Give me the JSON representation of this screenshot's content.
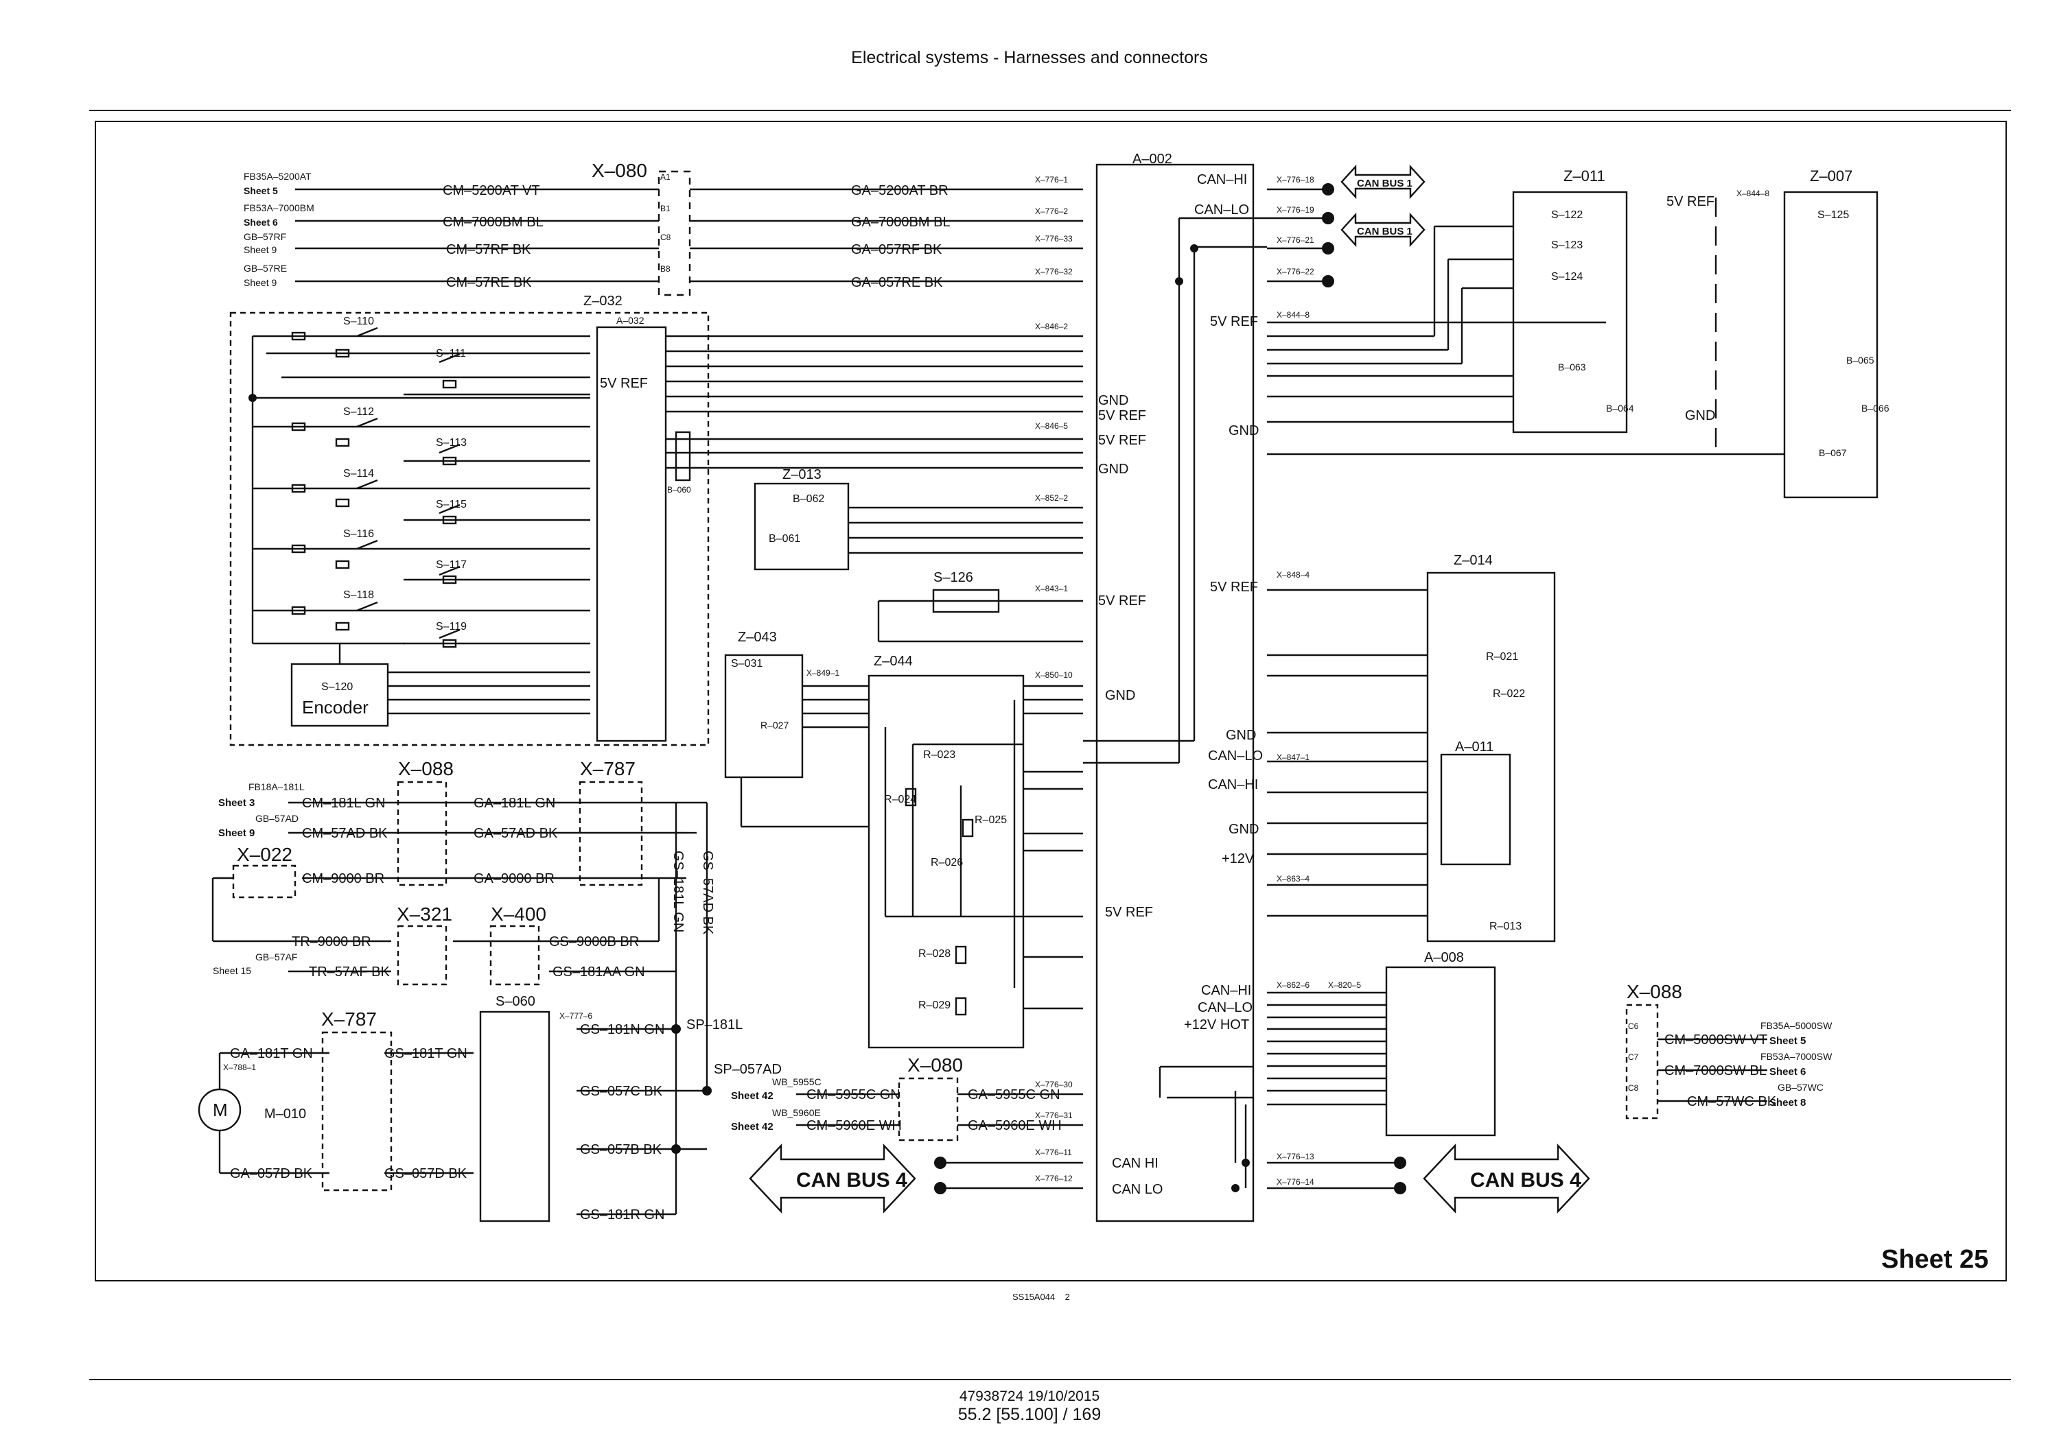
{
  "header": {
    "title": "Electrical systems - Harnesses and connectors"
  },
  "footer": {
    "doc_id_date": "47938724 19/10/2015",
    "page_ref": "55.2 [55.100] / 169"
  },
  "figure": {
    "code": "SS15A044",
    "number": "2",
    "sheet_label": "Sheet 25"
  },
  "connectors": {
    "x080_top": "X–080",
    "x088_left": "X–088",
    "x787_top": "X–787",
    "x022": "X–022",
    "x321": "X–321",
    "x400": "X–400",
    "x787_bot": "X–787",
    "x080_bot": "X–080",
    "x088_right": "X–088"
  },
  "modules": {
    "a002": "A–002",
    "z011": "Z–011",
    "z007": "Z–007",
    "z032": "Z–032",
    "a032": "A–032",
    "z013": "Z–013",
    "z043": "Z–043",
    "z044": "Z–044",
    "z014": "Z–014",
    "a011": "A–011",
    "a008": "A–008",
    "s060": "S–060",
    "m010": "M–010",
    "s126": "S–126",
    "encoder_id": "S–120",
    "encoder": "Encoder"
  },
  "can_bus": {
    "bus1_top": "CAN BUS 1",
    "bus1_bot": "CAN BUS 1",
    "bus4_left": "CAN BUS 4",
    "bus4_right": "CAN BUS 4"
  },
  "top_wires": [
    {
      "sheet": "Sheet 5",
      "ref": "FB35A–5200AT",
      "cm": "CM–5200AT VT",
      "ga": "GA–5200AT BR",
      "pin": "X–776–1",
      "pa": "A1"
    },
    {
      "sheet": "Sheet 6",
      "ref": "FB53A–7000BM",
      "cm": "CM–7000BM BL",
      "ga": "GA–7000BM BL",
      "pin": "X–776–2",
      "pa": "B1"
    },
    {
      "sheet": "Sheet 9",
      "ref": "GB–57RF",
      "cm": "CM–57RF BK",
      "ga": "GA–057RF BK",
      "pin": "X–776–33",
      "pa": "C8"
    },
    {
      "sheet": "Sheet 9",
      "ref": "GB–57RE",
      "cm": "CM–57RE BK",
      "ga": "GA–057RE BK",
      "pin": "X–776–32",
      "pa": "B8"
    }
  ],
  "switches_left": [
    "S–110",
    "S–111",
    "S–112",
    "S–113",
    "S–114",
    "S–115",
    "S–116",
    "S–117",
    "S–118",
    "S–119"
  ],
  "a002_left_labels": {
    "x846_2": "X–846–2",
    "x846_5": "X–846–5",
    "gnd1": "GND",
    "ref1": "5V REF",
    "ref2": "5V REF",
    "gnd2": "GND",
    "x852_2": "X–852–2",
    "x843_1": "X–843–1",
    "ref3": "5V REF",
    "x850_10": "X–850–10",
    "gnd3": "GND",
    "ref4": "5V REF",
    "x776_30": "X–776–30",
    "x776_31": "X–776–31",
    "x776_11": "X–776–11",
    "x776_12": "X–776–12",
    "can_hi": "CAN HI",
    "can_lo": "CAN LO"
  },
  "a002_right_labels": {
    "canhi": "CAN–HI",
    "canlo": "CAN–LO",
    "x776_18": "X–776–18",
    "x776_19": "X–776–19",
    "x776_21": "X–776–21",
    "x776_22": "X–776–22",
    "ref5v1": "5V REF",
    "x844_8": "X–844–8",
    "gnd1": "GND",
    "ref5v2": "5V REF",
    "x848_4": "X–848–4",
    "gnd2": "GND",
    "canlo2": "CAN–LO",
    "canhi2": "CAN–HI",
    "x847_1": "X–847–1",
    "gnd3": "GND",
    "v12": "+12V",
    "x863_4": "X–863–4",
    "canhi3": "CAN–HI",
    "canlo3": "CAN–LO",
    "v12hot": "+12V HOT",
    "x862_6": "X–862–6",
    "x820_5": "X–820–5",
    "x776_13": "X–776–13",
    "x776_14": "X–776–14"
  },
  "z007_labels": {
    "ref": "5V REF",
    "gnd": "GND",
    "pin": "X–844–8",
    "s125": "S–125",
    "b065": "B–065",
    "b066": "B–066",
    "b067": "B–067"
  },
  "z011_labels": {
    "s122": "S–122",
    "s123": "S–123",
    "s124": "S–124",
    "b063": "B–063",
    "b064": "B–064"
  },
  "misc_labels": {
    "b060": "B–060",
    "b062": "B–062",
    "b061": "B–061",
    "s031": "S–031",
    "r027": "R–027",
    "x849_1": "X–849–1",
    "r023": "R–023",
    "r024": "R–024",
    "r025": "R–025",
    "r026": "R–026",
    "r028": "R–028",
    "r029": "R–029",
    "r021": "R–021",
    "r022": "R–022",
    "r013": "R–013",
    "ref5v_a032": "5V REF",
    "sp181l": "SP–181L",
    "sp057ad": "SP–057AD",
    "x777_6": "X–777–6",
    "x788_1": "X–788–1",
    "gs181l": "GS–181L GN",
    "gs57ad": "GS–57AD BK"
  },
  "left_lower_wires": [
    {
      "sheet": "Sheet 3",
      "ref": "FB18A–181L",
      "cm": "CM–181L GN",
      "ga": "GA–181L GN"
    },
    {
      "sheet": "Sheet 9",
      "ref": "GB–57AD",
      "cm": "CM–57AD BK",
      "ga": "GA–57AD BK"
    },
    {
      "cm": "CM–9000 BR",
      "ga": "GA–9000 BR"
    },
    {
      "cm": "TR–9000 BR",
      "ga": "GS–9000B BR"
    },
    {
      "sheet": "Sheet 15",
      "ref": "GB–57AF",
      "cm": "TR–57AF BK",
      "ga": "GS–181AA GN"
    }
  ],
  "s060_wires": [
    "GS–181N GN",
    "GS–057C BK",
    "GS–057B BK",
    "GS–181R GN"
  ],
  "motor_wires": {
    "top_a": "GA–181T GN",
    "top_b": "GS–181T GN",
    "bot_a": "GA–057D BK",
    "bot_b": "GS–057D BK",
    "motor": "M"
  },
  "bottom_wires": [
    {
      "sheet": "Sheet 42",
      "ref": "WB_5955C",
      "cm": "CM–5955C GN",
      "ga": "GA–5955C GN"
    },
    {
      "sheet": "Sheet 42",
      "ref": "WB_5960E",
      "cm": "CM–5960E WH",
      "ga": "GA–5960E WH"
    }
  ],
  "right_wires": [
    {
      "sheet": "Sheet 5",
      "ref": "FB35A–5000SW",
      "cm": "CM–5000SW VT",
      "pa": "C6"
    },
    {
      "sheet": "Sheet 6",
      "ref": "FB53A–7000SW",
      "cm": "CM–7000SW BL",
      "pa": "C7"
    },
    {
      "sheet": "Sheet 8",
      "ref": "GB–57WC",
      "cm": "CM–57WC BK",
      "pa": "C8"
    }
  ]
}
